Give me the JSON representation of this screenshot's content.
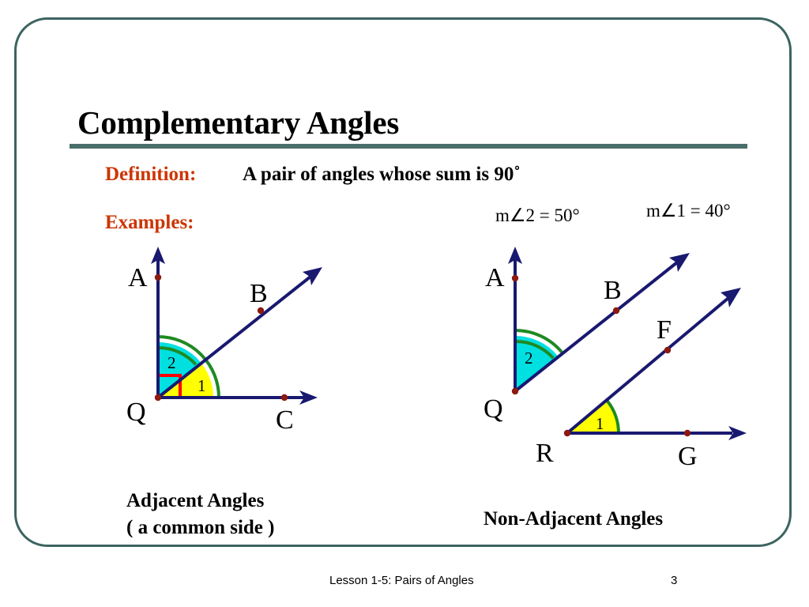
{
  "slide": {
    "title": "Complementary Angles",
    "definition_label": "Definition:",
    "definition_text": "A pair of angles whose sum is 90˚",
    "examples_label": "Examples:",
    "caption_left": "Adjacent Angles\n( a common side )",
    "caption_left_line1": "Adjacent Angles",
    "caption_left_line2": "( a common side )",
    "caption_right": "Non-Adjacent Angles"
  },
  "measures": {
    "angle2": "m∠2 = 50°",
    "angle1": "m∠1 = 40°"
  },
  "footer": {
    "lesson": "Lesson 1-5: Pairs of Angles",
    "page": "3"
  },
  "colors": {
    "frame_border": "#3c6460",
    "title_rule": "#4a6e6b",
    "accent_text": "#cc3503",
    "ray": "#191970",
    "point_marker": "#8b1a10",
    "sector_cyan": "#00e0e0",
    "sector_yellow": "#ffff00",
    "arc_green": "#1f8a22",
    "right_angle_mark": "#ff0000",
    "body_text": "#000000"
  },
  "diagram_left": {
    "name": "Adjacent complementary angles at vertex Q",
    "vertex": "Q",
    "points": [
      "A",
      "B",
      "C",
      "Q"
    ],
    "angle_labels": [
      "1",
      "2"
    ],
    "angle1_region": "between ray QC and ray QB (yellow, 40°)",
    "angle2_region": "between ray QB and ray QA (cyan, 50°)",
    "has_right_angle_mark": true
  },
  "diagram_right": {
    "name": "Non-adjacent complementary angles at vertices Q and R",
    "vertices": [
      "Q",
      "R"
    ],
    "points": [
      "A",
      "B",
      "F",
      "G",
      "Q",
      "R"
    ],
    "angle_labels": [
      "1",
      "2"
    ],
    "angle2_region": "at Q between ray QA and ray QB (cyan, 50°)",
    "angle1_region": "at R between ray RG and ray RF (yellow, 40°)",
    "has_right_angle_mark": false
  }
}
